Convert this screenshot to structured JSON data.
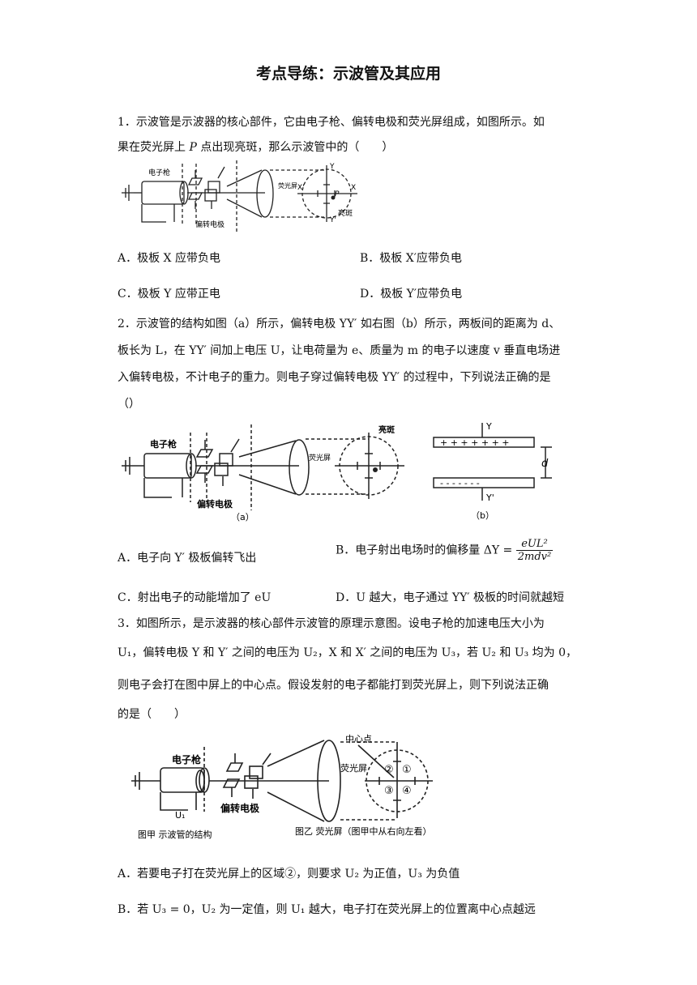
{
  "title": "考点导练：示波管及其应用",
  "q1": {
    "line1": "1．示波管是示波器的核心部件，它由电子枪、偏转电极和荧光屏组成，如图所示。如",
    "line2a": "果在荧光屏上 ",
    "line2p": "P",
    "line2b": " 点出现亮斑，那么示波管中的（　　）",
    "fig": {
      "gun": "电子枪",
      "plates": "偏转电极",
      "screen": "荧光屏",
      "spot": "亮斑",
      "Y": "Y",
      "Yp": "Y'",
      "X": "X",
      "Xp": "X'",
      "P": "P"
    },
    "options": {
      "A": "A．极板 X 应带负电",
      "B": "B．极板 X′应带负电",
      "C": "C．极板 Y 应带正电",
      "D": "D．极板 Y′应带负电"
    }
  },
  "q2": {
    "line1": "2．示波管的结构如图（a）所示，偏转电极 YY′ 如右图（b）所示，两板间的距离为 d、",
    "line2": "板长为 L，在 YY′ 间加上电压 U，让电荷量为 e、质量为 m 的电子以速度 v 垂直电场进",
    "line3": "入偏转电极，不计电子的重力。则电子穿过偏转电极 YY′ 的过程中，下列说法正确的是",
    "line4": "（）",
    "fig_a": {
      "gun": "电子枪",
      "plates": "偏转电极",
      "screen": "荧光屏",
      "spot": "亮斑",
      "caption": "（a）"
    },
    "fig_b": {
      "top": "+ + + + + + +",
      "bottom": "- - - - - - -",
      "d": "d",
      "Y": "Y",
      "Yp": "Y'",
      "caption": "（b）"
    },
    "options": {
      "A": "A．电子向 Y′ 极板偏转飞出",
      "B_prefix": "B．电子射出电场时的偏移量 ΔY =",
      "B_num": "eUL²",
      "B_den": "2mdv²",
      "C": "C．射出电子的动能增加了 eU",
      "D": "D．U 越大，电子通过 YY′ 极板的时间就越短"
    }
  },
  "q3": {
    "line1": "3．如图所示，是示波器的核心部件示波管的原理示意图。设电子枪的加速电压大小为",
    "line2": "U₁，偏转电极 Y 和 Y′ 之间的电压为 U₂，X 和 X′ 之间的电压为 U₃，若 U₂ 和 U₃ 均为 0，",
    "line3": "则电子会打在图中屏上的中心点。假设发射的电子都能打到荧光屏上，则下列说法正确",
    "line4": "的是（　　）",
    "fig": {
      "gun": "电子枪",
      "plates": "偏转电极",
      "screen": "荧光屏",
      "center": "中心点",
      "U1": "U₁",
      "cap1": "图甲  示波管的结构",
      "cap2": "图乙  荧光屏（图甲中从右向左看）",
      "r1": "①",
      "r2": "②",
      "r3": "③",
      "r4": "④"
    },
    "options": {
      "A": "A．若要电子打在荧光屏上的区域②，则要求 U₂ 为正值，U₃ 为负值",
      "B": "B．若 U₃ = 0，U₂ 为一定值，则 U₁ 越大，电子打在荧光屏上的位置离中心点越远"
    }
  }
}
